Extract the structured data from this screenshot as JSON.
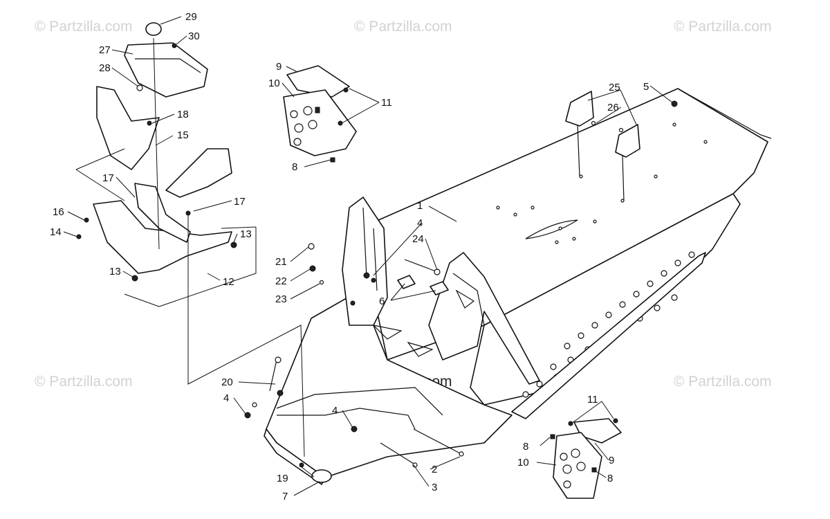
{
  "watermarks": {
    "top_left": "© Partzilla.com",
    "top_center": "© Partzilla.com",
    "top_right": "© Partzilla.com",
    "mid_left": "© Partzilla.com",
    "mid_right": "© Partzilla.com",
    "center": "© Partzilla.com"
  },
  "callouts": {
    "c1": "1",
    "c2": "2",
    "c3": "3",
    "c4a": "4",
    "c4b": "4",
    "c4c": "4",
    "c5": "5",
    "c6": "6",
    "c7": "7",
    "c8a": "8",
    "c8b": "8",
    "c8c": "8",
    "c9a": "9",
    "c9b": "9",
    "c10a": "10",
    "c10b": "10",
    "c11a": "11",
    "c11b": "11",
    "c12": "12",
    "c13a": "13",
    "c13b": "13",
    "c14": "14",
    "c15": "15",
    "c16": "16",
    "c17a": "17",
    "c17b": "17",
    "c18": "18",
    "c19": "19",
    "c20": "20",
    "c21": "21",
    "c22": "22",
    "c23": "23",
    "c24": "24",
    "c25": "25",
    "c26": "26",
    "c27": "27",
    "c28": "28",
    "c29": "29",
    "c30": "30"
  },
  "colors": {
    "line": "#111111",
    "watermark": "#d2d2d2",
    "background": "#ffffff"
  }
}
